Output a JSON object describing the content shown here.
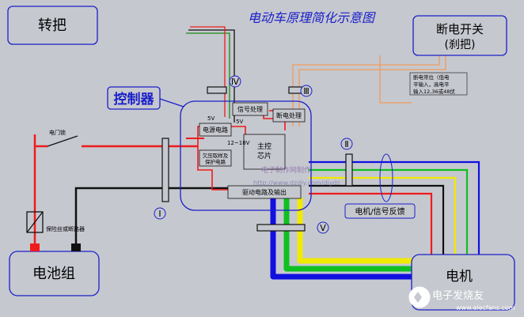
{
  "title": "电动车原理简化示意图",
  "handlebar": "转把",
  "brake_switch": {
    "line1": "断电开关",
    "line2": "(刹把)"
  },
  "brake_note": {
    "line1": "断电常位（低电",
    "line2": "平输入，高电平",
    "line3": "输入12,36或48伏"
  },
  "controller_label": "控制器",
  "battery": "电池组",
  "motor": "电机",
  "signal_proc": "信号处理",
  "power_circuit": "电源电路",
  "undervoltage_circuit": {
    "line1": "欠压取样及",
    "line2": "保护电路"
  },
  "brake_proc": "断电处理",
  "main_chip": {
    "line1": "主控",
    "line2": "芯片"
  },
  "drive_circuit": "驱动电路及输出",
  "v5a": "5V",
  "v5b": "5V",
  "v12_18": "12~18V",
  "door_lock": "电门锁",
  "fuse": "保险丝或断路器",
  "motor_feedback": "电机/信号反馈",
  "roman_1": "Ⅰ",
  "roman_2": "Ⅱ",
  "roman_3": "Ⅲ",
  "roman_4": "Ⅳ",
  "roman_5": "Ⅴ",
  "watermark_1": "电子制作网制作",
  "watermark_2": "http://www.dzdiy.com/diydz",
  "brand": "电子发烧友",
  "brand_url": "www.elecfans.com",
  "colors": {
    "wire_red": "#ee1c1c",
    "wire_black": "#111111",
    "wire_blue": "#1010e0",
    "wire_green": "#10c020",
    "wire_yellow": "#f0ea00",
    "wire_orange": "#f29a5a",
    "wire_signal_green": "#1a8a1a",
    "title_blue": "#1a20c8"
  }
}
